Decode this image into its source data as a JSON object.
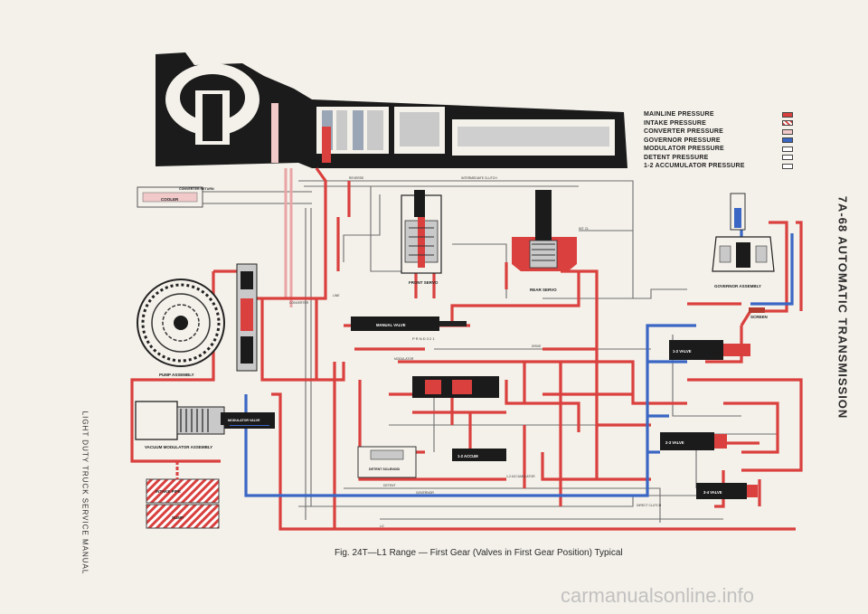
{
  "page": {
    "side_title": "7A-68 AUTOMATIC TRANSMISSION",
    "side_manual": "LIGHT DUTY TRUCK SERVICE MANUAL",
    "caption": "Fig. 24T—L1 Range — First Gear (Valves in First Gear Position) Typical",
    "watermark": "carmanualsonline.info"
  },
  "legend": [
    {
      "label": "MAINLINE PRESSURE",
      "color": "#d9403e",
      "pattern": "solid"
    },
    {
      "label": "INTAKE PRESSURE",
      "color": "#d9403e",
      "pattern": "hatch"
    },
    {
      "label": "CONVERTER PRESSURE",
      "color": "#f1c9c9",
      "pattern": "solid"
    },
    {
      "label": "GOVERNOR PRESSURE",
      "color": "#3a66c4",
      "pattern": "solid"
    },
    {
      "label": "MODULATOR PRESSURE",
      "color": "#ffffff",
      "pattern": "solid"
    },
    {
      "label": "DETENT PRESSURE",
      "color": "#ffffff",
      "pattern": "solid"
    },
    {
      "label": "1-2 ACCUMULATOR PRESSURE",
      "color": "#ffffff",
      "pattern": "solid"
    }
  ],
  "components": {
    "cooler": "COOLER",
    "converter_return": "CONVERTER RETURN",
    "front_servo": "FRONT SERVO",
    "rear_servo": "REAR SERVO",
    "pump_assembly": "PUMP ASSEMBLY",
    "vacuum_modulator": "VACUUM MODULATOR ASSEMBLY",
    "governor_assembly": "GOVERNOR ASSEMBLY",
    "screen": "SCREEN",
    "manual_valve": "MANUAL VALVE",
    "modulator_valve": "MODULATOR VALVE",
    "detent_solenoid": "DETENT SOLENOID",
    "accumulator": "1-2 ACCUM",
    "valve_12": "1-2 VALVE",
    "valve_23": "2-3 VALVE",
    "valve_34": "3-4 VALVE",
    "intake_pipe": "INTAKE PIPE",
    "sump": "SUMP"
  },
  "lines": {
    "intermediate_clutch": "INTERMEDIATE CLUTCH",
    "drive": "DRIVE",
    "reverse": "REVERSE",
    "direct_clutch": "DIRECT CLUTCH",
    "converter": "CONVERTER",
    "modulator": "MODULATOR",
    "detent": "DETENT",
    "governor": "GOVERNOR",
    "line": "LINE",
    "lo": "LO",
    "int": "INT. CL",
    "accumulator": "1-2 ACCUMULATOR",
    "gear_positions": "P R N D 3 2 1"
  },
  "palette": {
    "mainline": "#d9403e",
    "governor": "#3a66c4",
    "converter": "#f1c9c9",
    "casing": "#1b1b1b",
    "paper": "#f4f1ea"
  }
}
